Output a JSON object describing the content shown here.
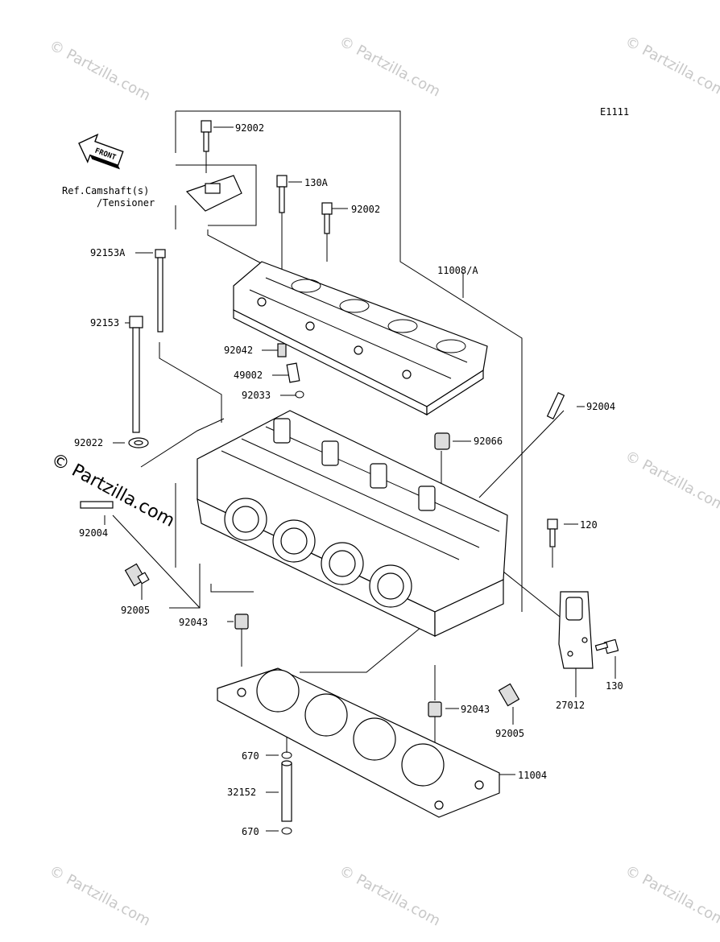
{
  "diagram_code": "E1111",
  "front_label": "FRONT",
  "ref_note": [
    "Ref.Camshaft(s)",
    "/Tensioner"
  ],
  "watermark": "© Partzilla.com",
  "callouts": {
    "c92002_top": "92002",
    "c130A": "130A",
    "c92002_mid": "92002",
    "c92153A": "92153A",
    "c11008A": "11008/A",
    "c92153": "92153",
    "c92042": "92042",
    "c49002": "49002",
    "c92033": "92033",
    "c92004_r": "92004",
    "c92022": "92022",
    "c92066": "92066",
    "c92004_l": "92004",
    "c120": "120",
    "c92005_l": "92005",
    "c92043_l": "92043",
    "c130": "130",
    "c27012": "27012",
    "c92043_r": "92043",
    "c92005_r": "92005",
    "c670_top": "670",
    "c11004": "11004",
    "c32152": "32152",
    "c670_bot": "670"
  }
}
